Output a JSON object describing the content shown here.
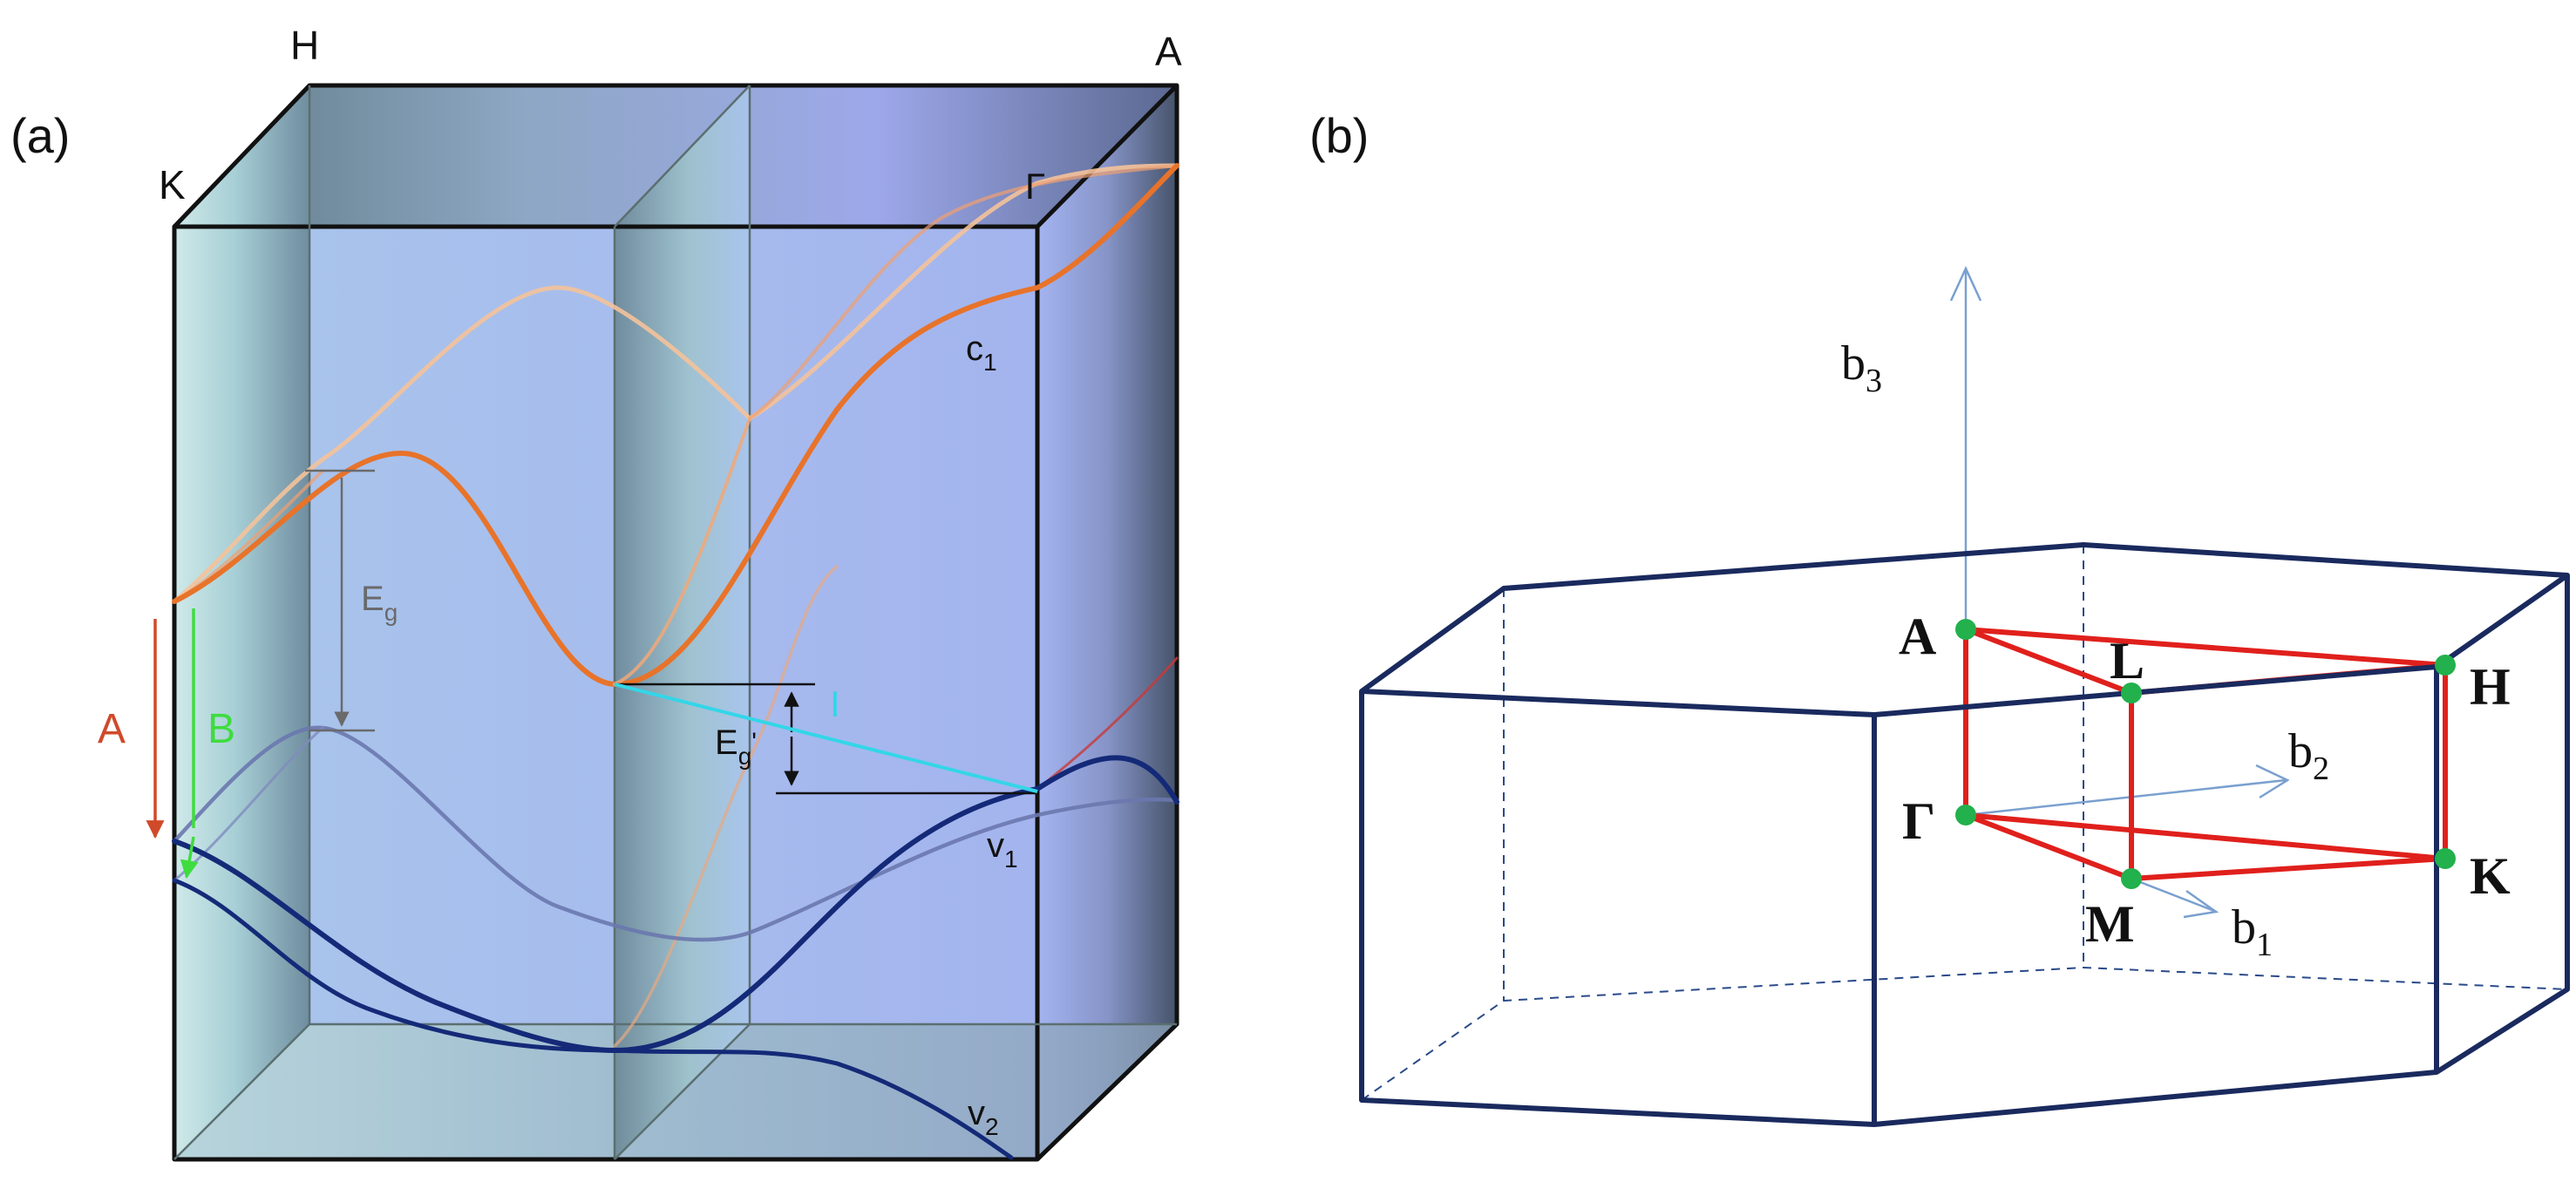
{
  "panel_a": {
    "label": "(a)",
    "corners": {
      "h": "H",
      "a": "A",
      "k": "K",
      "gamma": "Γ"
    },
    "bands": {
      "c1": "c",
      "c1_sub": "1",
      "v1": "v",
      "v1_sub": "1",
      "v2": "v",
      "v2_sub": "2"
    },
    "gap": {
      "eg": "E",
      "eg_sub": "g",
      "egp": "E",
      "egp_sub": "g",
      "egp_prime": "'"
    },
    "transitions": {
      "a": "A",
      "b": "B",
      "i": "I"
    },
    "colors": {
      "conduction": "#e8732a",
      "valence": "#142a78",
      "transition_a": "#d04a2a",
      "transition_b": "#3fdc3f",
      "transition_i": "#33d6e8"
    }
  },
  "panel_b": {
    "label": "(b)",
    "points": {
      "a": "A",
      "l": "L",
      "h": "H",
      "gamma": "Γ",
      "k": "K",
      "m": "M"
    },
    "vectors": {
      "b3": "b",
      "b3_sub": "3",
      "b2": "b",
      "b2_sub": "2",
      "b1": "b",
      "b1_sub": "1"
    },
    "colors": {
      "prism": "#1a2a5e",
      "path": "#e0201c",
      "points": "#22b14c",
      "vectors": "#7aa0d0"
    }
  }
}
